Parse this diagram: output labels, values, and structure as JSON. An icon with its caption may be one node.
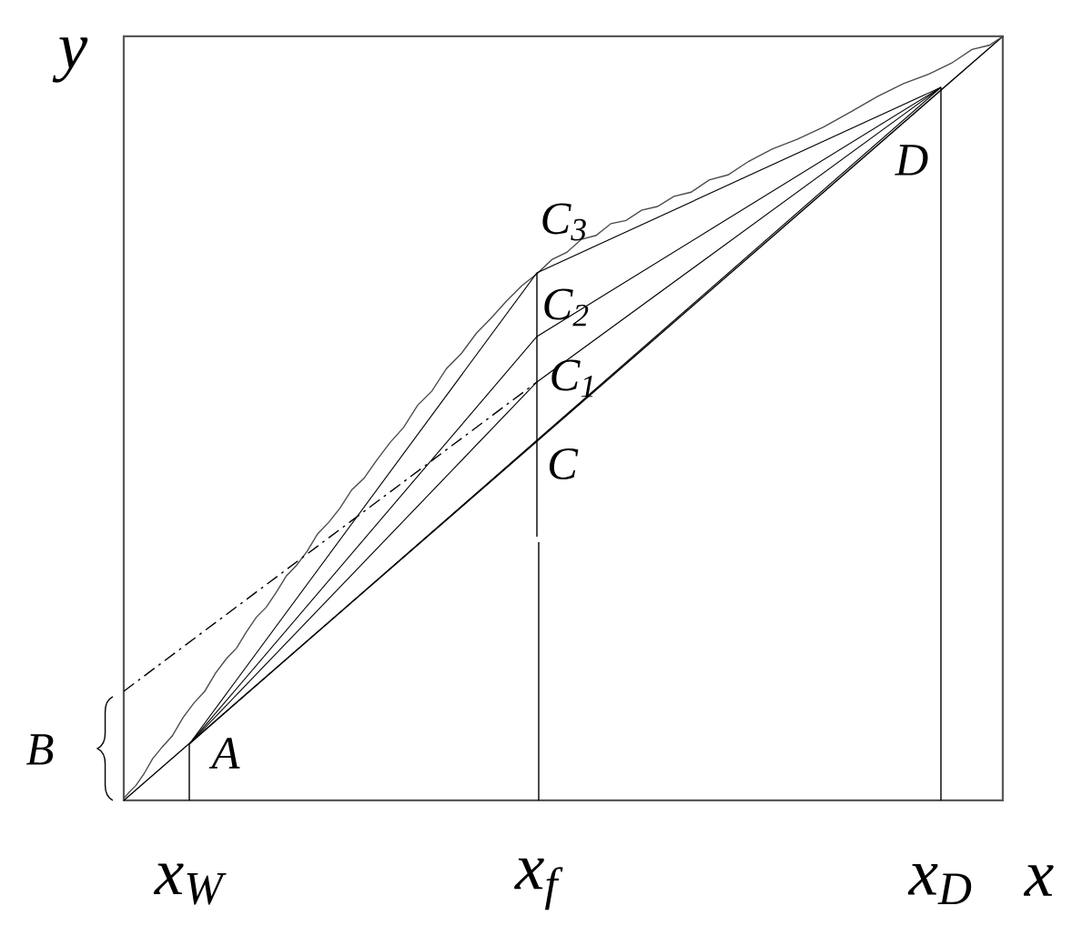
{
  "diagram": {
    "labels": [
      "y",
      "C$_{3}$",
      "D",
      "C$_{2}$",
      "C$_{1}$",
      "C",
      "B",
      "A",
      "x$_{W}$",
      "x$_{f}$",
      "x$_{D}$",
      "x"
    ]
  }
}
